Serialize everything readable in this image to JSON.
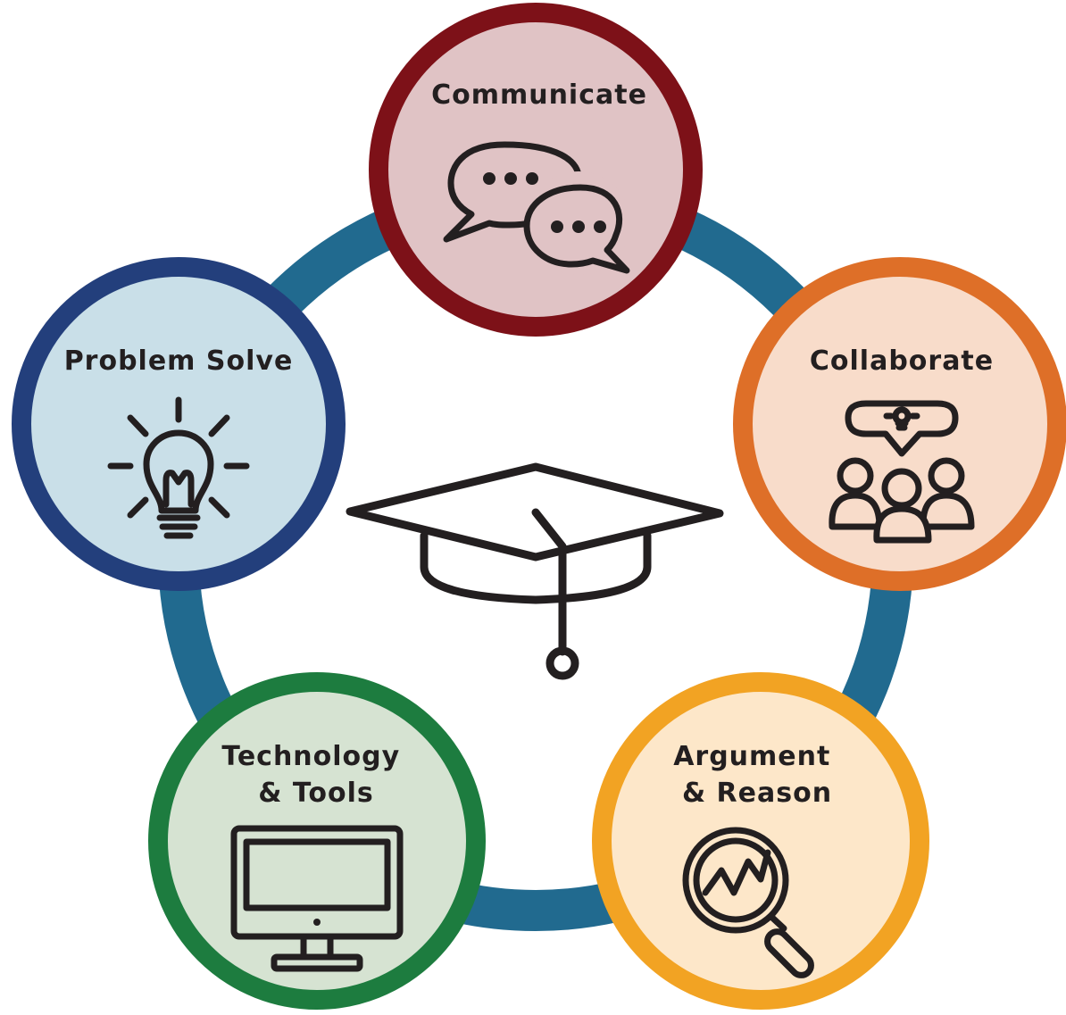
{
  "center": {
    "icon": "graduation-cap-icon"
  },
  "ring": {
    "color": "#216a8f"
  },
  "nodes": [
    {
      "id": "communicate",
      "label_lines": [
        "Communicate"
      ],
      "icon": "chat-bubbles-icon",
      "border": "#7d1118",
      "fill": "#e0c3c5"
    },
    {
      "id": "collaborate",
      "label_lines": [
        "Collaborate"
      ],
      "icon": "team-idea-icon",
      "border": "#de6f28",
      "fill": "#f8dcca"
    },
    {
      "id": "argument-reason",
      "label_lines": [
        "Argument",
        "& Reason"
      ],
      "icon": "magnifier-chart-icon",
      "border": "#f2a323",
      "fill": "#fde7c9"
    },
    {
      "id": "technology-tools",
      "label_lines": [
        "Technology",
        "& Tools"
      ],
      "icon": "computer-monitor-icon",
      "border": "#1d7c3f",
      "fill": "#d6e3d2"
    },
    {
      "id": "problem-solve",
      "label_lines": [
        "Problem Solve"
      ],
      "icon": "lightbulb-icon",
      "border": "#233f7c",
      "fill": "#c9dfe8"
    }
  ]
}
